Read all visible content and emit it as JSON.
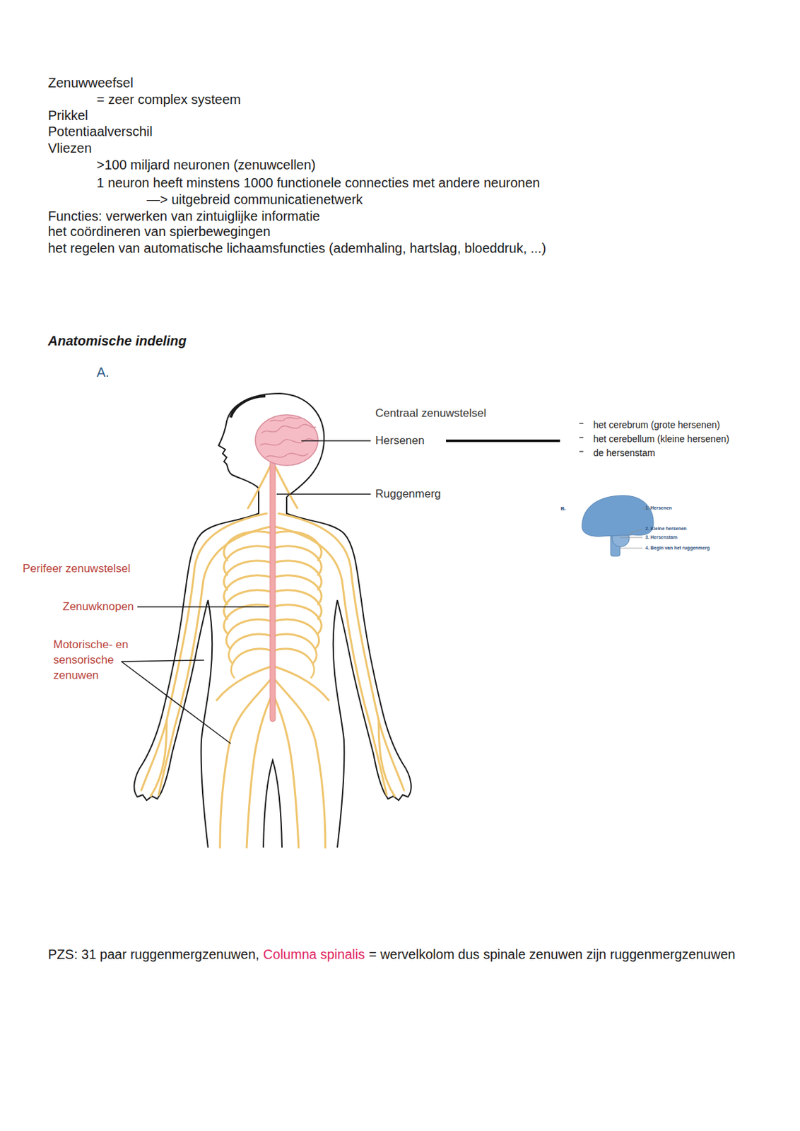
{
  "diagram": {
    "labels": [
      "Zenuwweefsel",
      "= zeer complex systeem",
      "Prikkel",
      "Potentiaalverschil",
      "Vliezen",
      ">100 miljard neuronen (zenuwcellen)",
      "1 neuron heeft minstens 1000 functionele connecties met andere neuronen",
      "—> uitgebreid communicatienetwerk",
      "Functies: verwerken van zintuiglijke informatie",
      "het coördineren van spierbewegingen",
      "het regelen van automatische lichaamsfuncties (ademhaling, hartslag, bloeddruk, ...)",
      "Anatomische indeling",
      "A.",
      "Centraal zenuwstelsel",
      "Hersenen",
      "het cerebrum (grote hersenen)",
      "het cerebellum (kleine hersenen)",
      "de hersenstam",
      "Ruggenmerg",
      "B.",
      "1. Hersenen",
      "2. Kleine hersenen",
      "3. Hersenstam",
      "4. Begin van het ruggenmerg",
      "Perifeer zenuwstelsel",
      "Zenuwknopen",
      "Motorische- en sensorische zenuwen",
      "PZS: 31 paar ruggenmergzenuwen,",
      "Columna spinalis",
      "= wervelkolom dus spinale zenuwen zijn ruggenmergzenuwen"
    ]
  }
}
